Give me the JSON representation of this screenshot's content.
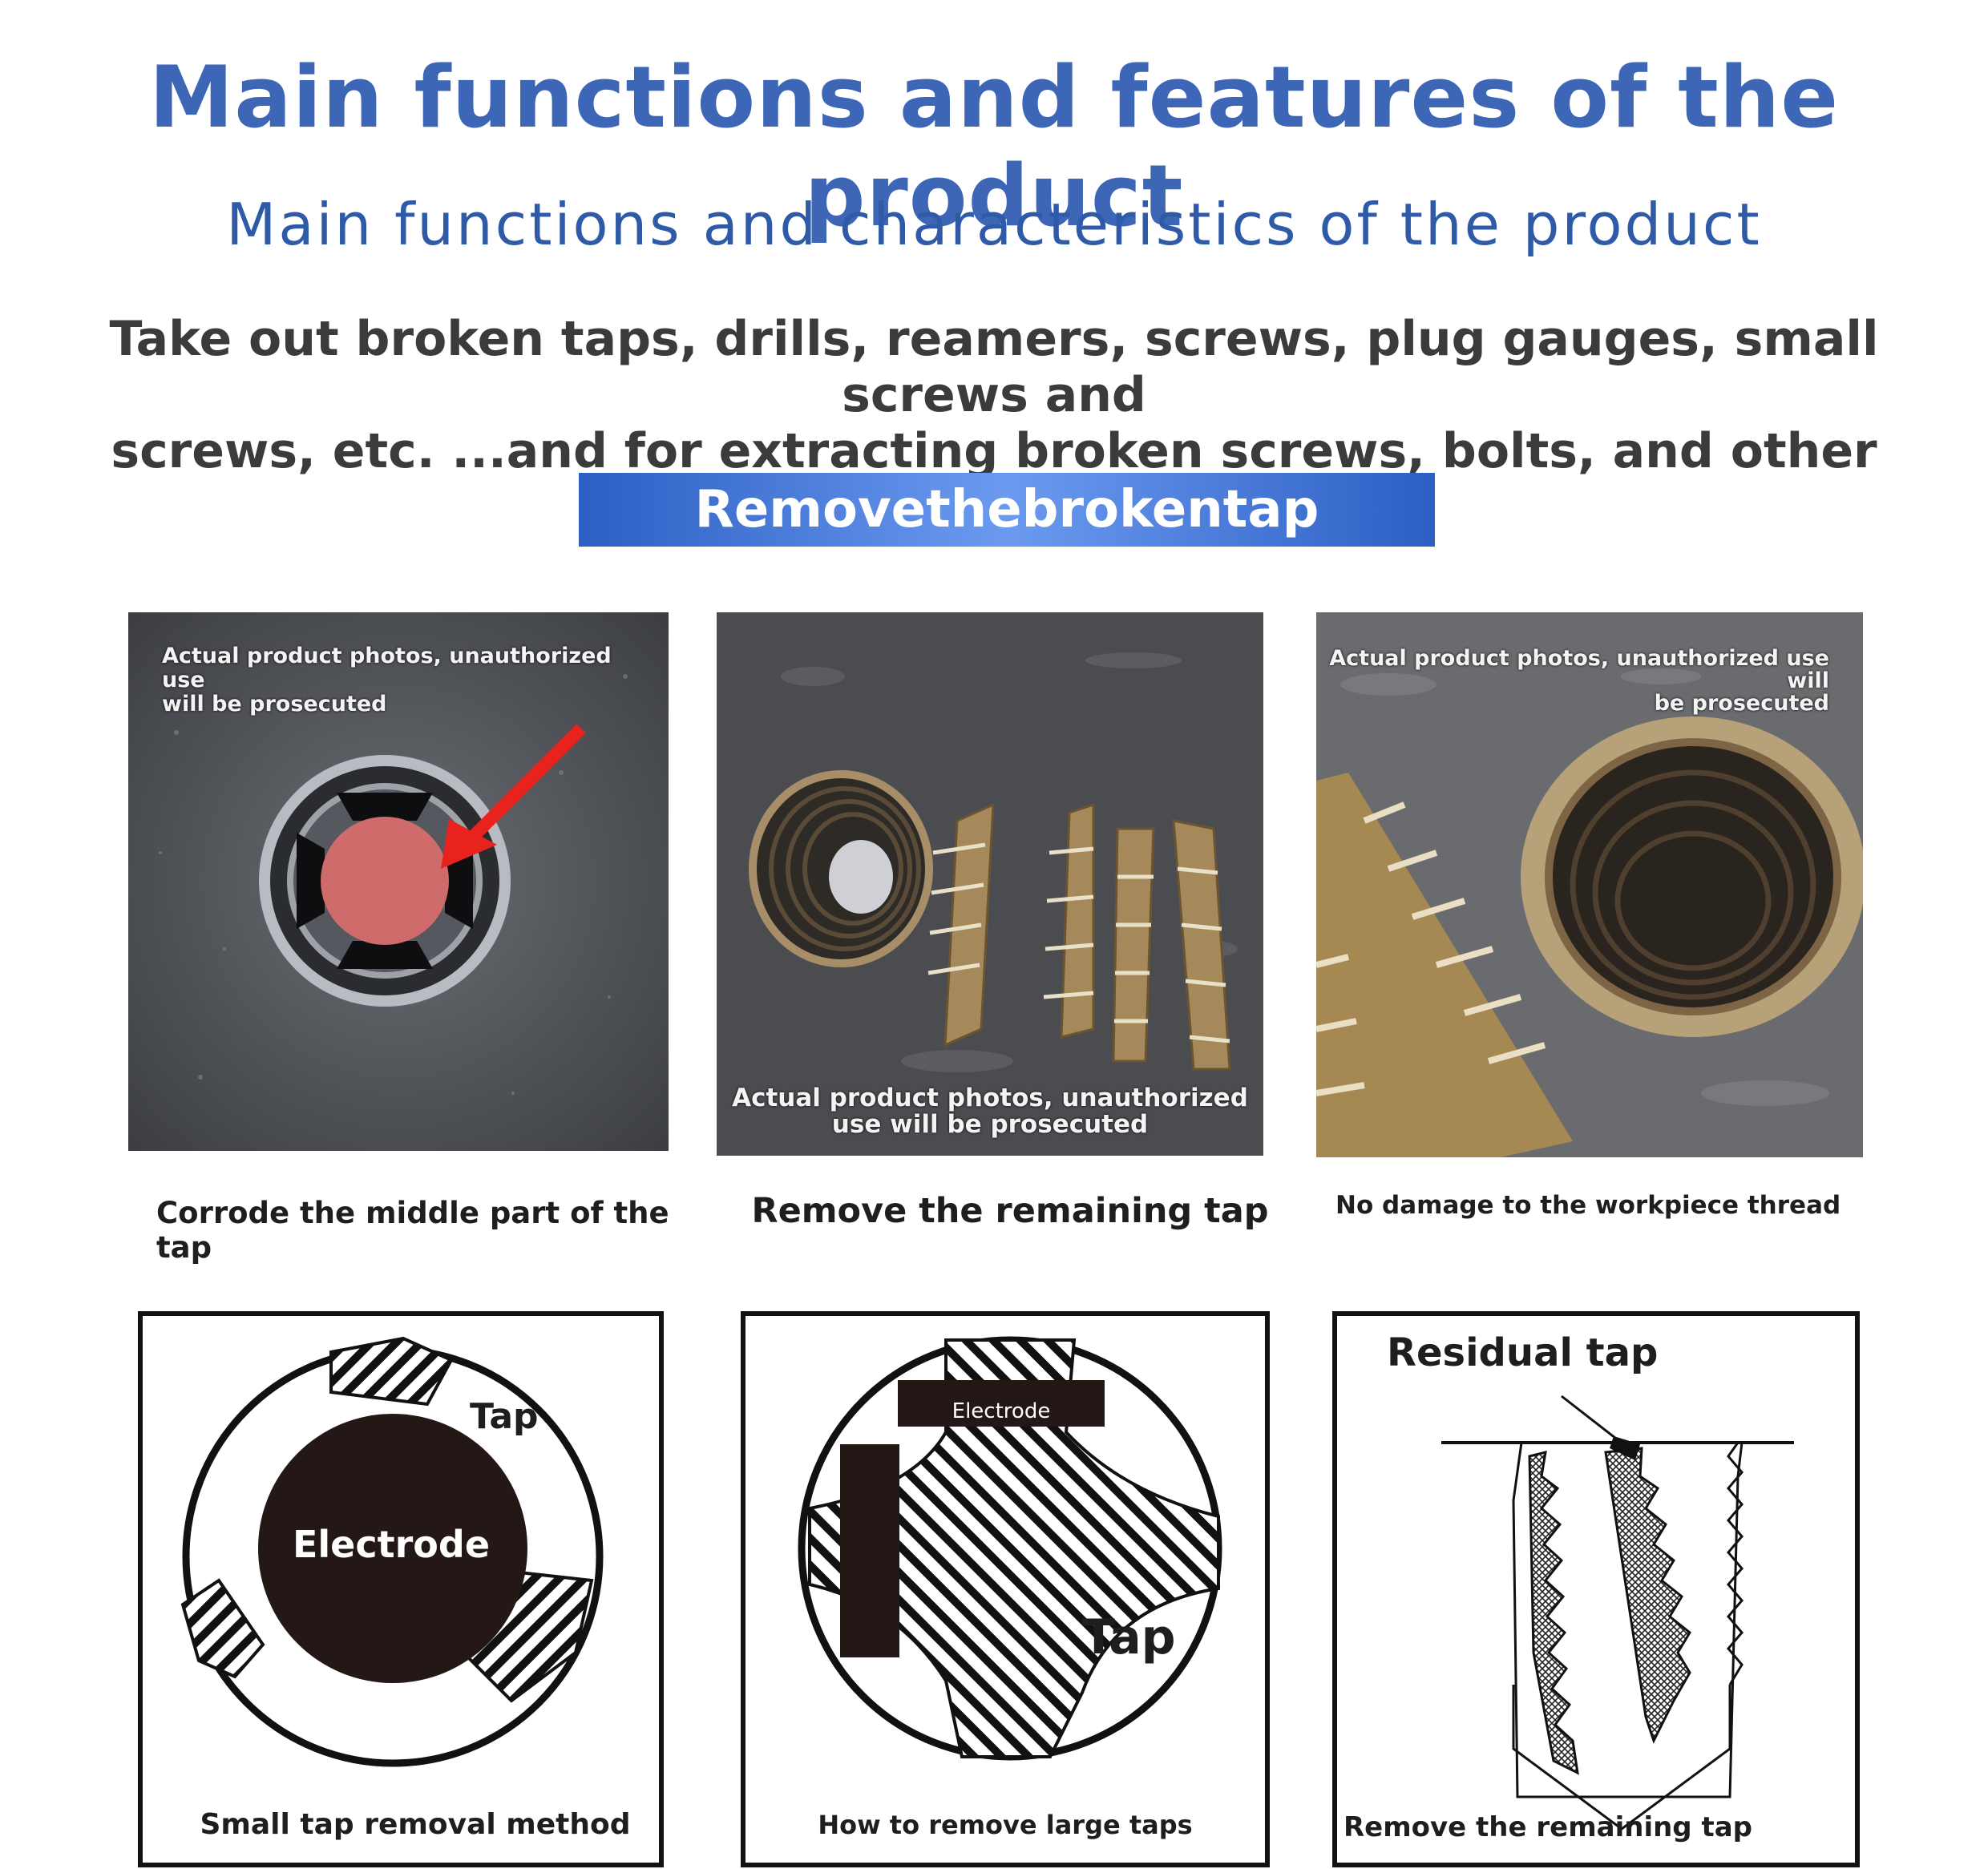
{
  "header": {
    "title": "Main functions and features of the product",
    "subtitle": "Main functions and characteristics of the product",
    "description_line1": "Take out broken taps, drills, reamers, screws, plug gauges, small screws and",
    "description_line2": "screws, etc. ...and for extracting broken screws, bolts, and other fasteners."
  },
  "banner": {
    "label": "Removethebrokentap"
  },
  "photos": [
    {
      "watermark_line1": "Actual product photos, unauthorized use",
      "watermark_line2": "will be prosecuted",
      "caption": "Corrode the middle part of the tap"
    },
    {
      "watermark_line1": "Actual product photos, unauthorized",
      "watermark_line2": "use will be prosecuted",
      "caption": "Remove the remaining tap"
    },
    {
      "watermark_line1": "Actual product photos, unauthorized use will",
      "watermark_line2": "be prosecuted",
      "caption": "No damage to the workpiece thread"
    }
  ],
  "diagrams": [
    {
      "label_tap": "Tap",
      "label_electrode": "Electrode",
      "caption": "Small tap removal method"
    },
    {
      "label_tap": "Tap",
      "label_electrode": "Electrode",
      "caption": "How to remove large taps"
    },
    {
      "label_residual": "Residual tap",
      "caption": "Remove the remaining tap"
    }
  ],
  "colors": {
    "title_blue": "#3d66b6",
    "banner_blue": "#2c5fc4",
    "highlight_red": "#e8231e",
    "electrode_black": "#231815"
  }
}
